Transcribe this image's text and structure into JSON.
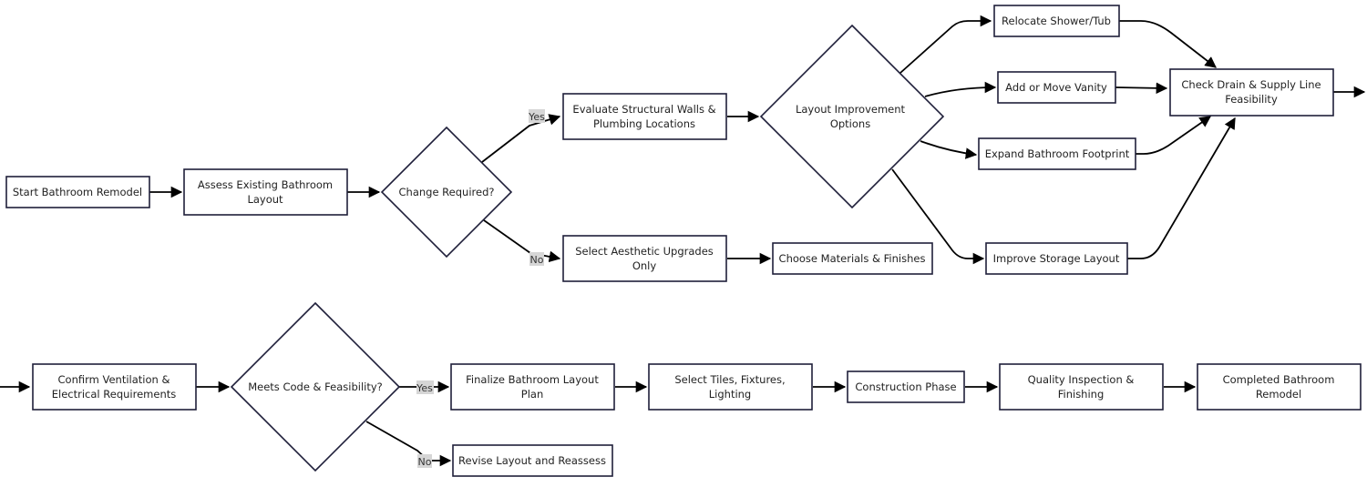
{
  "nodes": {
    "start": [
      "Start Bathroom Remodel"
    ],
    "assess": [
      "Assess Existing Bathroom",
      "Layout"
    ],
    "change_required": [
      "Change Required?"
    ],
    "evaluate": [
      "Evaluate Structural Walls &",
      "Plumbing Locations"
    ],
    "aesthetic": [
      "Select Aesthetic Upgrades",
      "Only"
    ],
    "materials": [
      "Choose Materials & Finishes"
    ],
    "layout_options": [
      "Layout Improvement",
      "Options"
    ],
    "relocate": [
      "Relocate Shower/Tub"
    ],
    "vanity": [
      "Add or Move Vanity"
    ],
    "expand": [
      "Expand Bathroom Footprint"
    ],
    "storage": [
      "Improve Storage Layout"
    ],
    "drain": [
      "Check Drain & Supply Line",
      "Feasibility"
    ],
    "ventilation": [
      "Confirm Ventilation &",
      "Electrical Requirements"
    ],
    "meets_code": [
      "Meets Code & Feasibility?"
    ],
    "finalize": [
      "Finalize Bathroom Layout",
      "Plan"
    ],
    "tiles": [
      "Select Tiles, Fixtures,",
      "Lighting"
    ],
    "construction": [
      "Construction Phase"
    ],
    "quality": [
      "Quality Inspection &",
      "Finishing"
    ],
    "completed": [
      "Completed Bathroom",
      "Remodel"
    ],
    "revise": [
      "Revise Layout and Reassess"
    ]
  },
  "edge_labels": {
    "change_yes": "Yes",
    "change_no": "No",
    "code_yes": "Yes",
    "code_no": "No"
  }
}
